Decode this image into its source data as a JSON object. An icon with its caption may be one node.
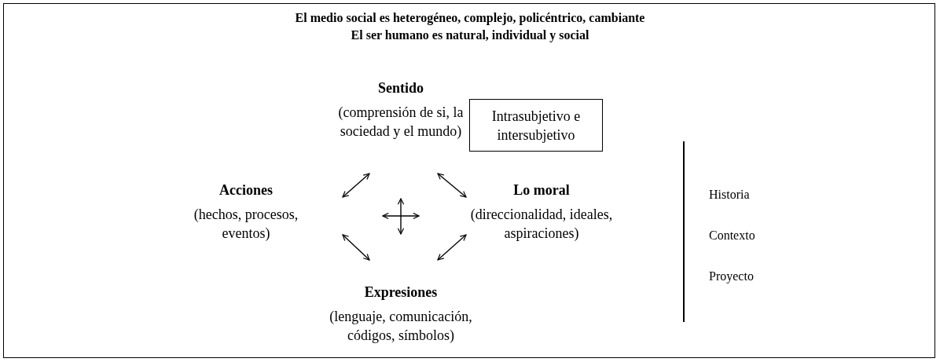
{
  "diagram": {
    "title": "El medio social es heterogéneo, complejo, policéntrico, cambiante",
    "nodes": [
      {
        "text": [
          "Sentido",
          "(comprensión de si, la sociedad y el mundo)"
        ]
      },
      {
        "text": [
          "Acciones",
          "(hechos, procesos, eventos)"
        ]
      },
      {
        "text": [
          "Lo moral",
          "(direccionalidad, ideales, aspiraciones)"
        ]
      },
      {
        "text": [
          "Expresiones",
          "(lenguaje, comunicación, códigos, símbolos)"
        ]
      },
      {
        "text": [
          "Intrasubjetivo e intersubjetivo"
        ]
      }
    ],
    "edges": [
      {
        "from": 0,
        "to": 1,
        "arrow": "both"
      },
      {
        "from": 0,
        "to": 2,
        "arrow": "both"
      },
      {
        "from": 1,
        "to": 3,
        "arrow": "both"
      },
      {
        "from": 2,
        "to": 3,
        "arrow": "both"
      }
    ],
    "labels": [
      "El ser humano es natural, individual y social",
      "Historia",
      "Contexto",
      "Proyecto"
    ]
  }
}
